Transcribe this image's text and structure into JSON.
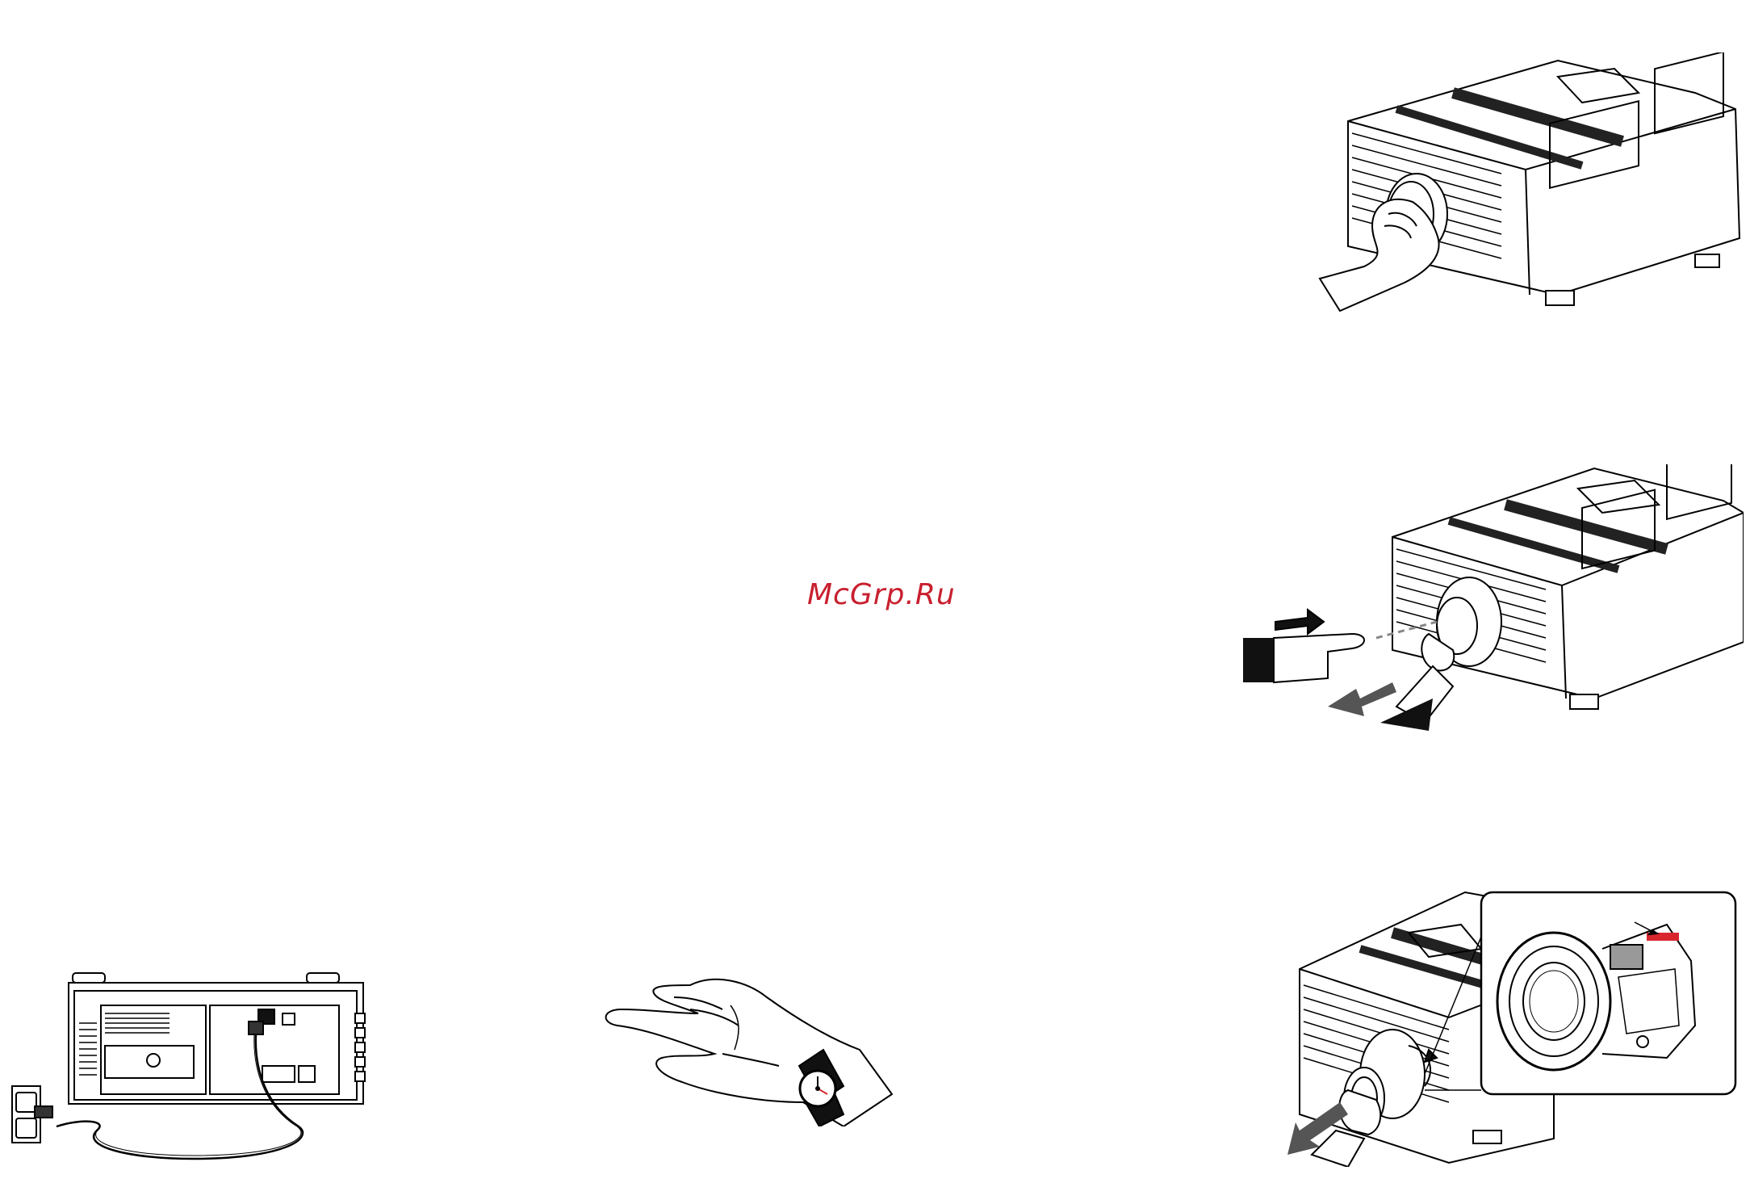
{
  "watermark": {
    "text": "McGrp.Ru",
    "color": "#c8202f"
  },
  "colors": {
    "line": "#000000",
    "arrow": "#555555",
    "accent": "#d9262e"
  },
  "illustrations": [
    {
      "name": "remove-lens-cap",
      "icon": "projector-hand-on-lens-cap"
    },
    {
      "name": "press-release-pull-lens",
      "icon": "projector-button-press-and-pull-arrows"
    },
    {
      "name": "power-cord-connection",
      "icon": "projector-rear-with-wall-outlet"
    },
    {
      "name": "wait-time",
      "icon": "hand-with-wristwatch"
    },
    {
      "name": "install-lens",
      "icon": "projector-lens-insert-with-detail-inset"
    }
  ]
}
